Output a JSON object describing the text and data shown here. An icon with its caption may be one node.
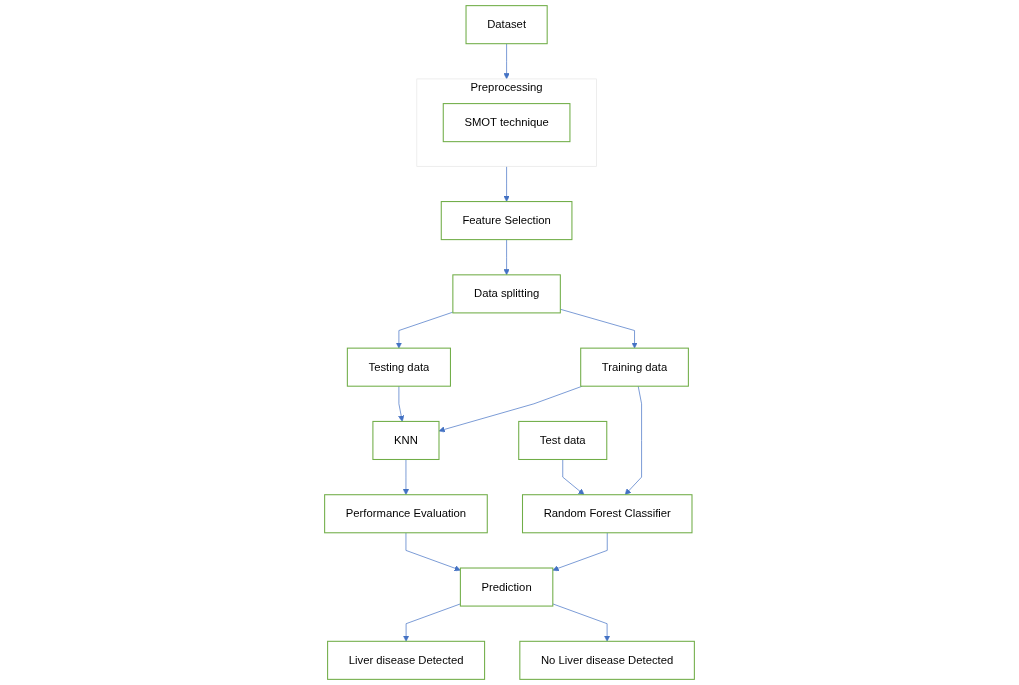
{
  "diagram": {
    "nodes": [
      {
        "text": [
          "Dataset"
        ]
      },
      {
        "text": [
          "Preprocessing"
        ]
      },
      {
        "text": [
          "SMOT technique"
        ],
        "in": 1
      },
      {
        "text": [
          "Feature Selection"
        ]
      },
      {
        "text": [
          "Data splitting"
        ]
      },
      {
        "text": [
          "Testing data"
        ]
      },
      {
        "text": [
          "Training data"
        ]
      },
      {
        "text": [
          "KNN"
        ]
      },
      {
        "text": [
          "Performance Evaluation"
        ]
      },
      {
        "text": [
          "Test data"
        ]
      },
      {
        "text": [
          "Random Forest Classifier"
        ]
      },
      {
        "text": [
          "Prediction"
        ]
      },
      {
        "text": [
          "Liver disease Detected"
        ]
      },
      {
        "text": [
          "No Liver disease Detected"
        ]
      }
    ],
    "edges": [
      {
        "from": 0,
        "to": 1,
        "arrow": "to"
      },
      {
        "from": 1,
        "to": 3,
        "arrow": "to"
      },
      {
        "from": 3,
        "to": 4,
        "arrow": "to"
      },
      {
        "from": 4,
        "to": 5,
        "arrow": "to"
      },
      {
        "from": 4,
        "to": 6,
        "arrow": "to"
      },
      {
        "from": 5,
        "to": 7,
        "arrow": "to"
      },
      {
        "from": 6,
        "to": 7,
        "arrow": "to"
      },
      {
        "from": 6,
        "to": 10,
        "arrow": "to"
      },
      {
        "from": 9,
        "to": 10,
        "arrow": "to"
      },
      {
        "from": 10,
        "to": 11,
        "arrow": "to"
      },
      {
        "from": 7,
        "to": 8,
        "arrow": "to"
      },
      {
        "from": 8,
        "to": 11,
        "arrow": "to"
      },
      {
        "from": 11,
        "to": 12,
        "arrow": "to"
      },
      {
        "from": 11,
        "to": 13,
        "arrow": "to"
      }
    ]
  }
}
